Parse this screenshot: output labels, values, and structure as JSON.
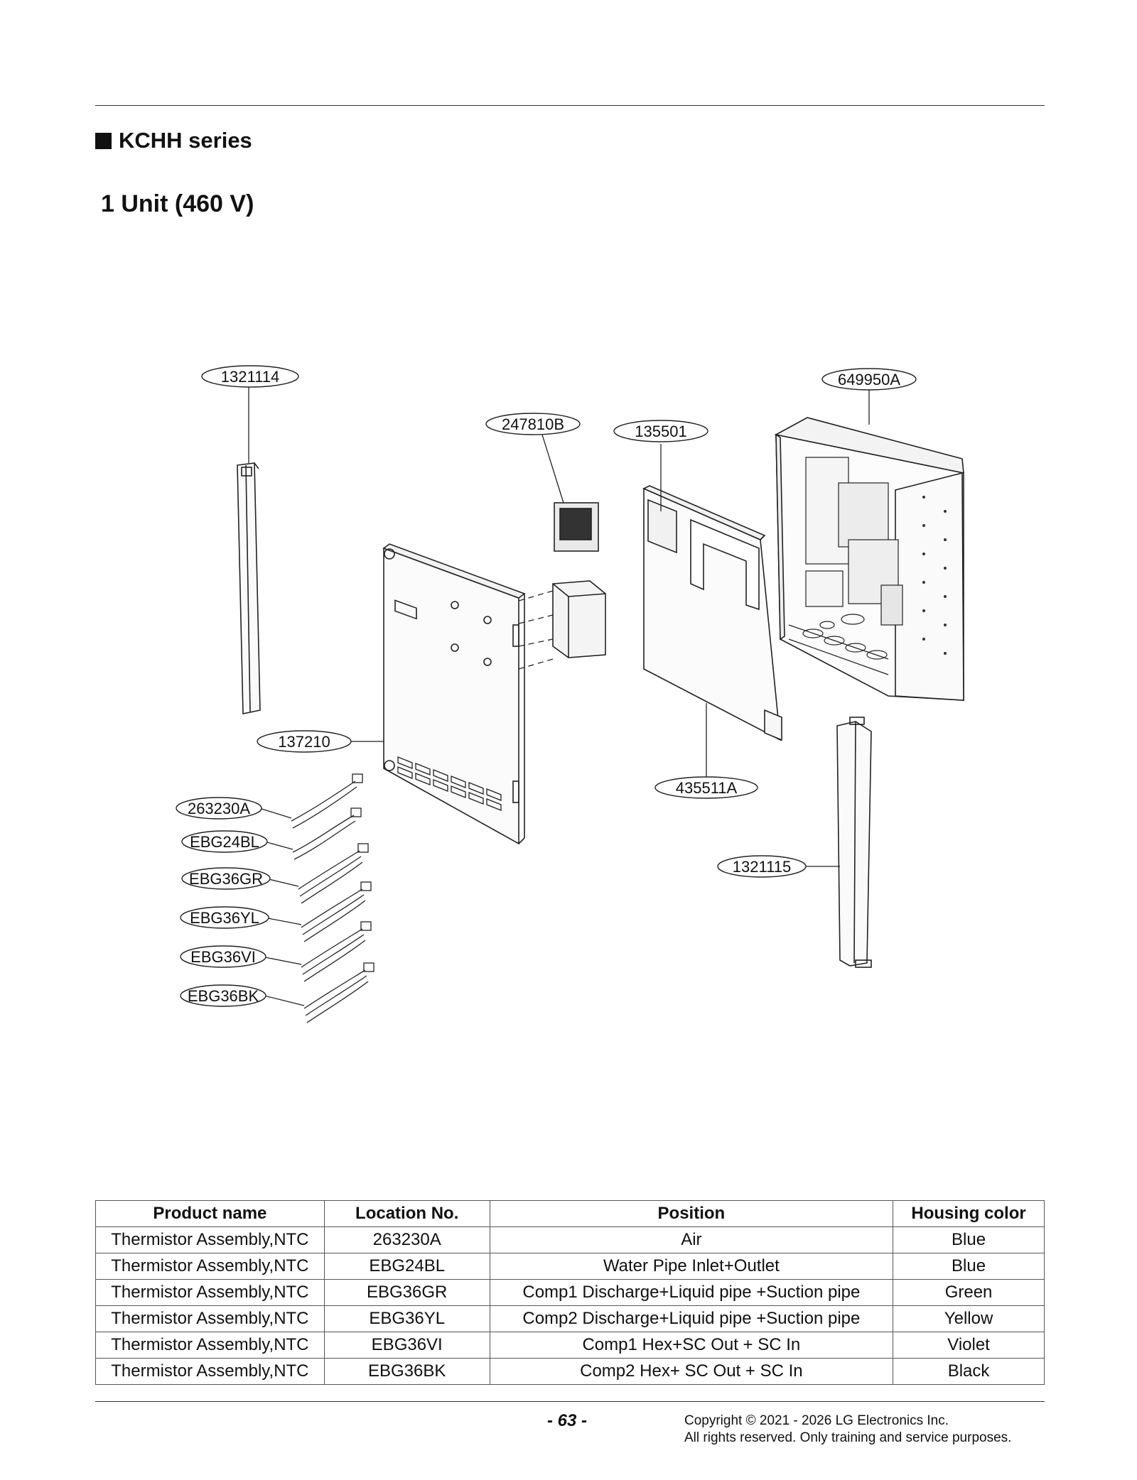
{
  "section_heading": "KCHH series",
  "subheading": "1 Unit (460 V)",
  "diagram": {
    "callouts": {
      "c1321114": "1321114",
      "c649950A": "649950A",
      "c247810B": "247810B",
      "c135501": "135501",
      "c137210": "137210",
      "c435511A": "435511A",
      "c263230A": "263230A",
      "cEBG24BL": "EBG24BL",
      "cEBG36GR": "EBG36GR",
      "cEBG36YL": "EBG36YL",
      "cEBG36VI": "EBG36VI",
      "cEBG36BK": "EBG36BK",
      "c1321115": "1321115"
    }
  },
  "table": {
    "headers": [
      "Product name",
      "Location No.",
      "Position",
      "Housing color"
    ],
    "rows": [
      [
        "Thermistor Assembly,NTC",
        "263230A",
        "Air",
        "Blue"
      ],
      [
        "Thermistor Assembly,NTC",
        "EBG24BL",
        "Water Pipe Inlet+Outlet",
        "Blue"
      ],
      [
        "Thermistor Assembly,NTC",
        "EBG36GR",
        "Comp1 Discharge+Liquid pipe +Suction pipe",
        "Green"
      ],
      [
        "Thermistor Assembly,NTC",
        "EBG36YL",
        "Comp2 Discharge+Liquid pipe +Suction pipe",
        "Yellow"
      ],
      [
        "Thermistor Assembly,NTC",
        "EBG36VI",
        "Comp1 Hex+SC Out + SC In",
        "Violet"
      ],
      [
        "Thermistor Assembly,NTC",
        "EBG36BK",
        "Comp2 Hex+ SC Out + SC In",
        "Black"
      ]
    ]
  },
  "footer": {
    "page_number": "- 63 -",
    "copyright_line1": "Copyright © 2021 - 2026 LG Electronics Inc.",
    "copyright_line2": "All rights reserved. Only training and service purposes."
  }
}
